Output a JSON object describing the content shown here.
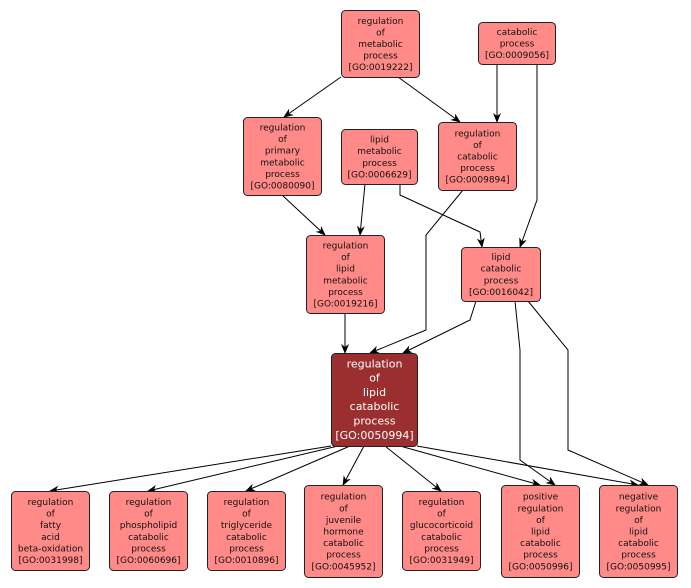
{
  "colors": {
    "node": "#ff8a87",
    "focus": "#9b2f30"
  },
  "nodes": [
    {
      "id": "n19222",
      "lines": [
        "regulation",
        "of",
        "metabolic",
        "process",
        "[GO:0019222]"
      ]
    },
    {
      "id": "n9056",
      "lines": [
        "catabolic",
        "process",
        "[GO:0009056]"
      ]
    },
    {
      "id": "n80090",
      "lines": [
        "regulation",
        "of",
        "primary",
        "metabolic",
        "process",
        "[GO:0080090]"
      ]
    },
    {
      "id": "n6629",
      "lines": [
        "lipid",
        "metabolic",
        "process",
        "[GO:0006629]"
      ]
    },
    {
      "id": "n9894",
      "lines": [
        "regulation",
        "of",
        "catabolic",
        "process",
        "[GO:0009894]"
      ]
    },
    {
      "id": "n19216",
      "lines": [
        "regulation",
        "of",
        "lipid",
        "metabolic",
        "process",
        "[GO:0019216]"
      ]
    },
    {
      "id": "n16042",
      "lines": [
        "lipid",
        "catabolic",
        "process",
        "[GO:0016042]"
      ]
    },
    {
      "id": "n50994",
      "focus": true,
      "lines": [
        "regulation",
        "of",
        "lipid",
        "catabolic",
        "process",
        "[GO:0050994]"
      ]
    },
    {
      "id": "n31998",
      "lines": [
        "regulation",
        "of",
        "fatty",
        "acid",
        "beta-oxidation",
        "[GO:0031998]"
      ]
    },
    {
      "id": "n60696",
      "lines": [
        "regulation",
        "of",
        "phospholipid",
        "catabolic",
        "process",
        "[GO:0060696]"
      ]
    },
    {
      "id": "n10896",
      "lines": [
        "regulation",
        "of",
        "triglyceride",
        "catabolic",
        "process",
        "[GO:0010896]"
      ]
    },
    {
      "id": "n45952",
      "lines": [
        "regulation",
        "of",
        "juvenile",
        "hormone",
        "catabolic",
        "process",
        "[GO:0045952]"
      ]
    },
    {
      "id": "n31949",
      "lines": [
        "regulation",
        "of",
        "glucocorticoid",
        "catabolic",
        "process",
        "[GO:0031949]"
      ]
    },
    {
      "id": "n50996",
      "lines": [
        "positive",
        "regulation",
        "of",
        "lipid",
        "catabolic",
        "process",
        "[GO:0050996]"
      ]
    },
    {
      "id": "n50995",
      "lines": [
        "negative",
        "regulation",
        "of",
        "lipid",
        "catabolic",
        "process",
        "[GO:0050995]"
      ]
    }
  ],
  "edges": [
    [
      "n19222",
      "n80090"
    ],
    [
      "n19222",
      "n9894"
    ],
    [
      "n9056",
      "n9894"
    ],
    [
      "n9056",
      "n16042"
    ],
    [
      "n80090",
      "n19216"
    ],
    [
      "n6629",
      "n19216"
    ],
    [
      "n6629",
      "n16042"
    ],
    [
      "n9894",
      "n50994"
    ],
    [
      "n19216",
      "n50994"
    ],
    [
      "n16042",
      "n50994"
    ],
    [
      "n16042",
      "n50996"
    ],
    [
      "n16042",
      "n50995"
    ],
    [
      "n50994",
      "n31998"
    ],
    [
      "n50994",
      "n60696"
    ],
    [
      "n50994",
      "n10896"
    ],
    [
      "n50994",
      "n45952"
    ],
    [
      "n50994",
      "n31949"
    ],
    [
      "n50994",
      "n50996"
    ],
    [
      "n50994",
      "n50995"
    ]
  ]
}
